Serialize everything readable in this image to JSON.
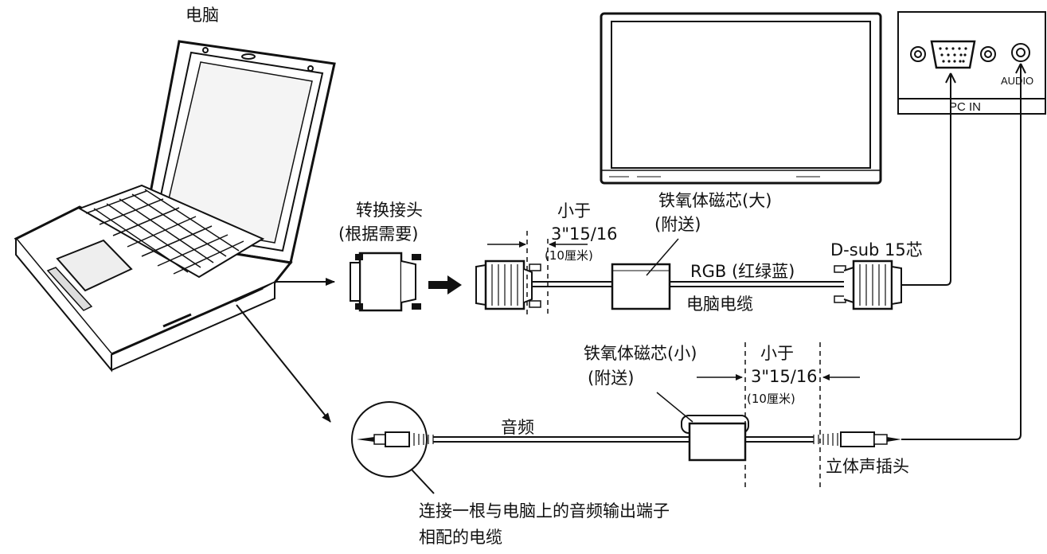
{
  "labels": {
    "computer": "电脑",
    "adapter_line1": "转换接头",
    "adapter_line2": "(根据需要)",
    "less_than_1": "小于",
    "dist_in_1": "3\"15/16",
    "dist_cm_1": "(10厘米)",
    "ferrite_large_line1": "铁氧体磁芯(大)",
    "ferrite_large_line2": "(附送)",
    "dsub": "D-sub 15芯",
    "rgb": "RGB (红绿蓝)",
    "pc_cable": "电脑电缆",
    "ferrite_small_line1": "铁氧体磁芯(小)",
    "ferrite_small_line2": "(附送)",
    "less_than_2": "小于",
    "dist_in_2": "3\"15/16",
    "dist_cm_2": "(10厘米)",
    "audio": "音频",
    "stereo_plug": "立体声插头",
    "note_line1": "连接一根与电脑上的音频输出端子",
    "note_line2": "相配的电缆",
    "panel_audio": "AUDIO",
    "panel_pcin": "PC IN"
  },
  "colors": {
    "line": "#111111",
    "fill": "#ffffff",
    "shade": "#dcdcdc"
  }
}
